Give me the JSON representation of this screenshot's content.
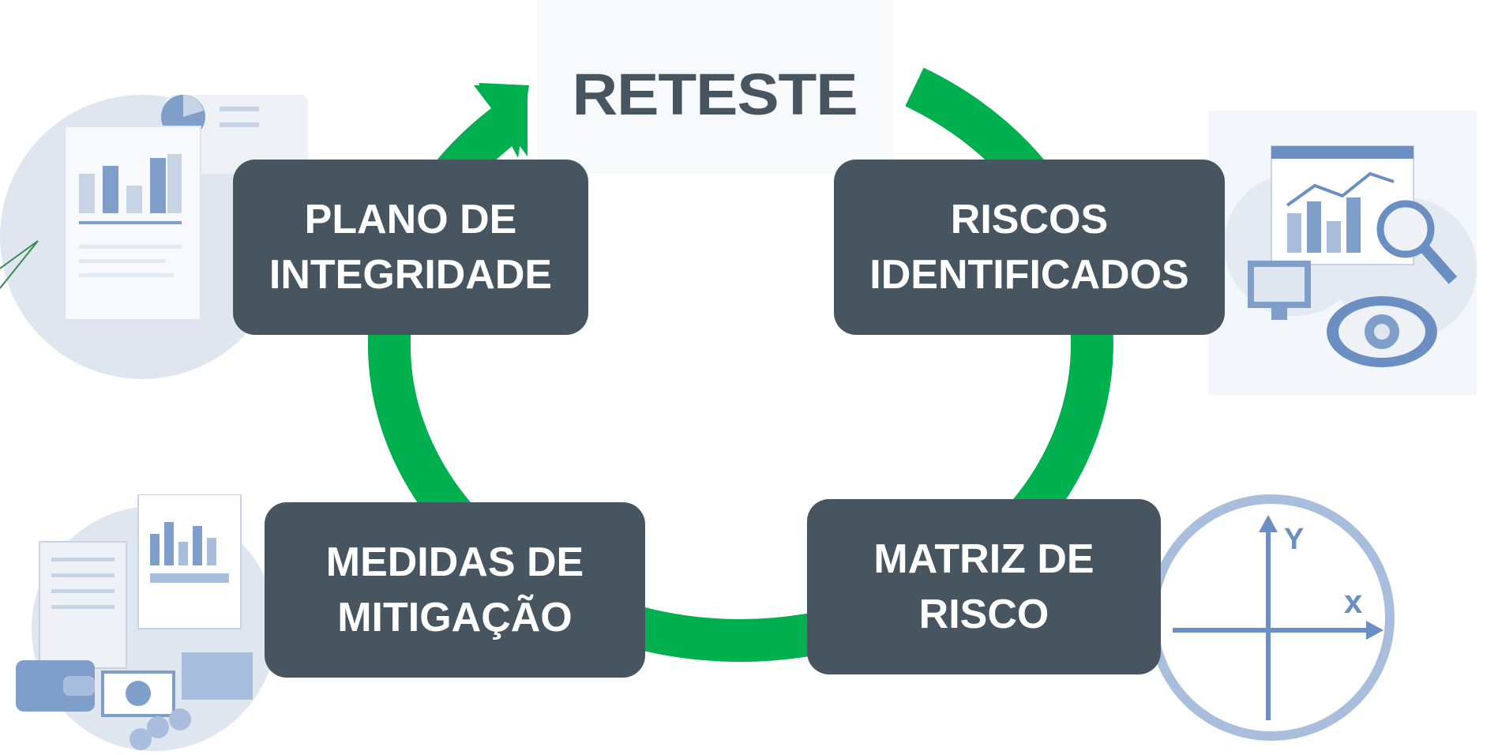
{
  "title": "RETESTE",
  "steps": [
    {
      "line1": "PLANO DE",
      "line2": "INTEGRIDADE"
    },
    {
      "line1": "RISCOS",
      "line2": "IDENTIFICADOS"
    },
    {
      "line1": "MATRIZ DE",
      "line2": "RISCO"
    },
    {
      "line1": "MEDIDAS DE",
      "line2": "MITIGAÇÃO"
    }
  ],
  "axis_labels": {
    "y": "Y",
    "x": "x"
  },
  "colors": {
    "cycle_arrow": "#00b04f",
    "box_fill": "#46555f",
    "box_text": "#ffffff",
    "illustration_blue": "#7f9ec9",
    "illustration_light": "#dfe6f0"
  },
  "icons": [
    "report-illustration",
    "analytics-illustration",
    "axis-chart-illustration",
    "finance-illustration"
  ]
}
